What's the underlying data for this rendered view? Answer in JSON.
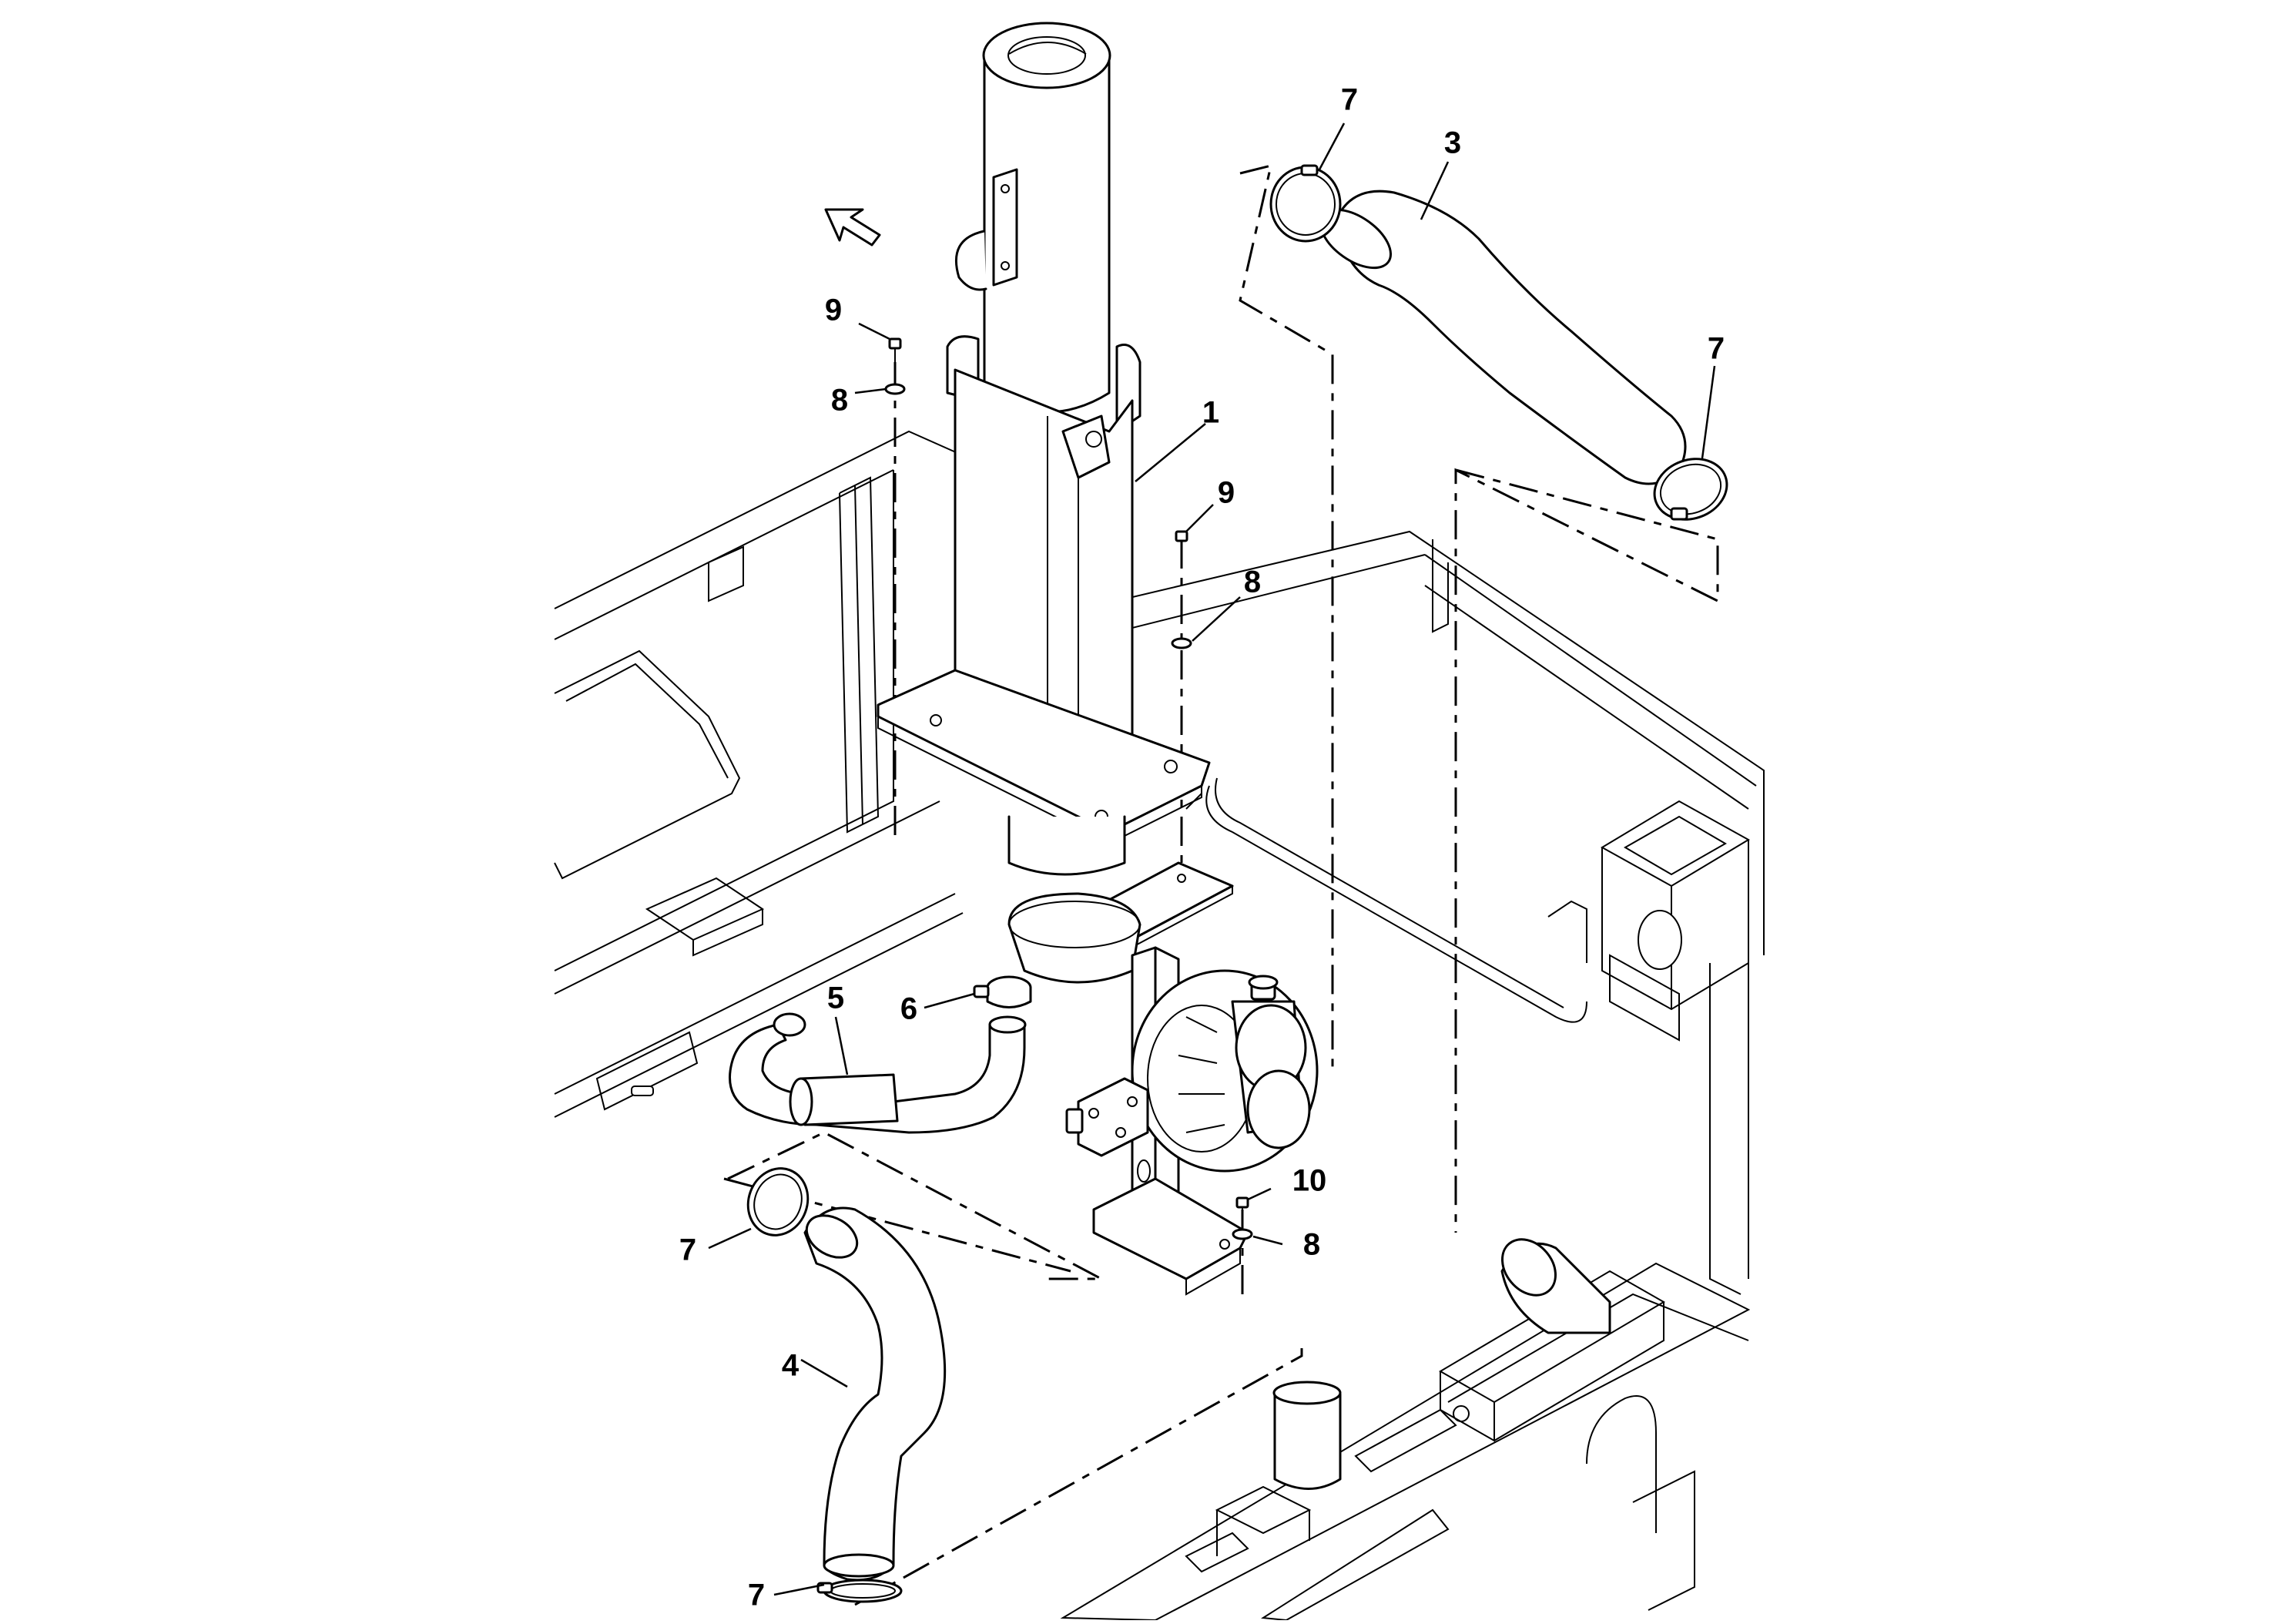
{
  "diagram": {
    "callouts": [
      {
        "id": "c1",
        "label": "1"
      },
      {
        "id": "c3",
        "label": "3"
      },
      {
        "id": "c4",
        "label": "4"
      },
      {
        "id": "c5",
        "label": "5"
      },
      {
        "id": "c6",
        "label": "6"
      },
      {
        "id": "c7a",
        "label": "7"
      },
      {
        "id": "c7b",
        "label": "7"
      },
      {
        "id": "c7c",
        "label": "7"
      },
      {
        "id": "c7d",
        "label": "7"
      },
      {
        "id": "c8a",
        "label": "8"
      },
      {
        "id": "c8b",
        "label": "8"
      },
      {
        "id": "c8c",
        "label": "8"
      },
      {
        "id": "c9a",
        "label": "9"
      },
      {
        "id": "c9b",
        "label": "9"
      },
      {
        "id": "c10",
        "label": "10"
      }
    ]
  }
}
